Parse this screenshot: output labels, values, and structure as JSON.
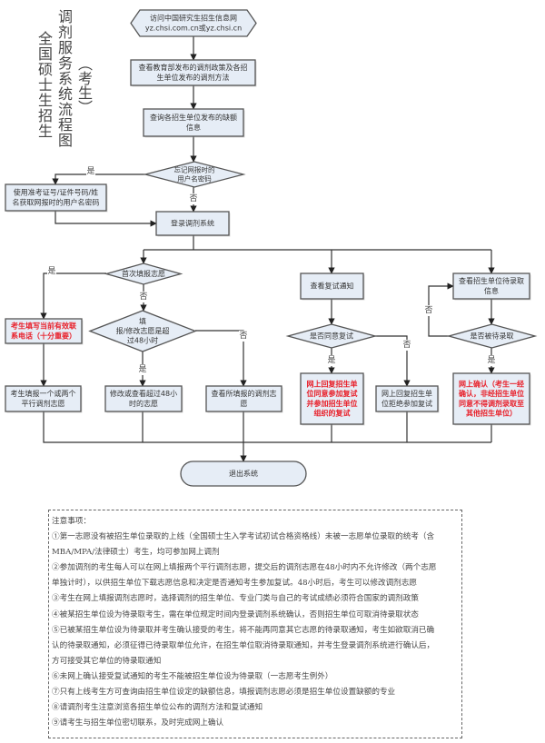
{
  "title": {
    "line1": "全国硕士生招生",
    "line2": "调剂服务系统流程图",
    "line3": "（考生）"
  },
  "colors": {
    "box_fill": "#e6edf6",
    "box_stroke": "#555555",
    "line": "#333333",
    "highlight_text": "#e8202a",
    "normal_text": "#333333"
  },
  "nodes": {
    "start": [
      "访问中国研究生招生信息网",
      "yz.chsi.com.cn或yz.chsi.cn"
    ],
    "view_policy": [
      "查看教育部发布的调剂政策及各招",
      "生单位发布的调剂方法"
    ],
    "query_vacancy": [
      "查询各招生单位发布的缺额",
      "信息"
    ],
    "forgot_password": [
      "忘记网报时的",
      "用户名密码"
    ],
    "retrieve_account": [
      "使用准考证号/证件号码/姓",
      "名获取网报时的用户名密码"
    ],
    "login": [
      "登录调剂系统"
    ],
    "first_fill": [
      "首次填报志愿"
    ],
    "contact_phone": [
      "考生填写当前有效联",
      "系电话（十分重要）"
    ],
    "over_48h": [
      "填",
      "报/修改志愿是超",
      "过48小时"
    ],
    "fill_two": [
      "考生填报一个或两个",
      "平行调剂志愿"
    ],
    "modify_view": [
      "修改或查看超过48小",
      "时的志愿"
    ],
    "view_filled": [
      "查看所填报的调剂志",
      "愿"
    ],
    "view_retest": [
      "查看复试通知"
    ],
    "agree_retest": [
      "是否同意复试"
    ],
    "accept_retest": [
      "网上回复招生单",
      "位同意参加复试",
      "并参加招生单位",
      "组织的复试"
    ],
    "reject_retest": [
      "网上回复招生单",
      "位拒绝参加复试"
    ],
    "view_pending": [
      "查看招生单位待录取",
      "信息"
    ],
    "is_pending": [
      "是否被待录取"
    ],
    "confirm_online": [
      "网上确认（考生一经",
      "确认，非经招生单位",
      "同意不得调剂录取至",
      "其他招生单位）"
    ],
    "exit": [
      "退出系统"
    ]
  },
  "edge_labels": {
    "yes": "是",
    "no": "否"
  },
  "notes": {
    "heading": "注意事项：",
    "lines": [
      "①第一志愿没有被招生单位录取的上线（全国硕士生入学考试初试合格资格线）未被一志愿单位录取的统考（含",
      "MBA/MPA/法律硕士）考生，均可参加网上调剂",
      "②参加调剂的考生每人可以在网上填报两个平行调剂志愿，提交后的调剂志愿在48小时内不允许修改（两个志愿",
      "单独计时），以供招生单位下载志愿信息和决定是否通知考生参加复试。48小时后，考生可以修改调剂志愿",
      "③考生在网上填报调剂志愿时，选择调剂的招生单位、专业门类与自己的考试成绩必须符合国家的调剂政策",
      "④被某招生单位设为待录取考生，需在单位规定时间内登录调剂系统确认，否则招生单位可取消待录取状态",
      "⑤已被某招生单位设为待录取并考生确认接受的考生，将不能再同意其它志愿的待录取通知，考生如欲取消已确",
      "认的待录取通知，必须征得已待录取单位允许，在招生单位取消待录取通知，并考生登录调剂系统进行确认后，",
      "方可接受其它单位的待录取通知",
      "⑥未网上确认接受复试通知的考生不能被招生单位设为待录取（一志愿考生例外）",
      "⑦只有上线考生方可查询由招生单位设定的缺额信息，填报调剂志愿必须是招生单位设置缺额的专业",
      "⑧请调剂考生注意浏览各招生单位公布的调剂方法和复试通知",
      "⑨请考生与招生单位密切联系，及时完成网上确认"
    ]
  }
}
